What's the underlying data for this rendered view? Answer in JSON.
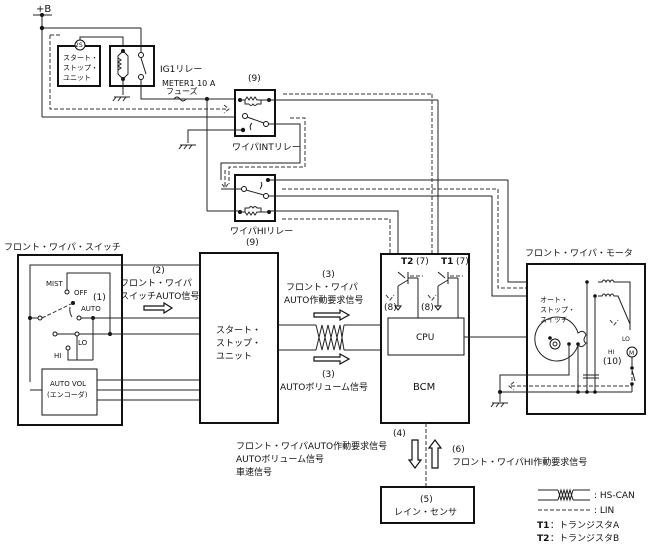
{
  "power": {
    "label": "+B"
  },
  "ig1_relay": {
    "label": "IG1リレー",
    "unit_small_label": [
      "スタート・",
      "ストップ・",
      "ユニット"
    ],
    "connector_tag": "2S"
  },
  "fuse": {
    "line1": "METER1 10 A",
    "line2": "フューズ"
  },
  "int_relay": {
    "label": "ワイパINTリレー",
    "ref": "(9)"
  },
  "hi_relay": {
    "label": "ワイパHIリレー",
    "ref": "(9)"
  },
  "switch": {
    "title": "フロント・ワイパ・スイッチ",
    "positions": {
      "mist": "MIST",
      "off": "OFF",
      "auto": "AUTO",
      "lo": "LO",
      "hi": "HI"
    },
    "ref": "(1)",
    "encoder": [
      "AUTO VOL",
      "(エンコーダ)"
    ]
  },
  "signal2": {
    "ref": "(2)",
    "lines": [
      "フロント・ワイパ",
      "スイッチAUTO信号"
    ]
  },
  "ssu": {
    "lines": [
      "スタート・",
      "ストップ・",
      "ユニット"
    ]
  },
  "signal3a": {
    "ref": "(3)",
    "lines": [
      "フロント・ワイパ",
      "AUTO作動要求信号"
    ]
  },
  "signal3b": {
    "ref": "(3)",
    "lines": [
      "AUTOボリューム信号"
    ]
  },
  "bcm": {
    "label": "BCM",
    "cpu": "CPU",
    "t2": "T2",
    "t2_ref": "(7)",
    "t1": "T1",
    "t1_ref": "(7)",
    "ref8": "(8)"
  },
  "motor": {
    "title": "フロント・ワイパ・モータ",
    "auto_stop": [
      "オート・",
      "ストップ・",
      "スイッチ"
    ],
    "lo": "LO",
    "hi": "HI",
    "ref": "(10)",
    "m": "M"
  },
  "signal4": {
    "ref": "(4)",
    "lines": [
      "フロント・ワイパAUTO作動要求信号",
      "AUTOボリューム信号",
      "車速信号"
    ]
  },
  "signal6": {
    "ref": "(6)",
    "lines": [
      "フロント・ワイパHI作動要求信号"
    ]
  },
  "rain_sensor": {
    "ref": "(5)",
    "label": "レイン・センサ"
  },
  "legend": {
    "hscan": ": HS-CAN",
    "lin": ": LIN",
    "t1_key": "T1",
    "t1_val": "：トランジスタA",
    "t2_key": "T2",
    "t2_val": "：トランジスタB"
  }
}
